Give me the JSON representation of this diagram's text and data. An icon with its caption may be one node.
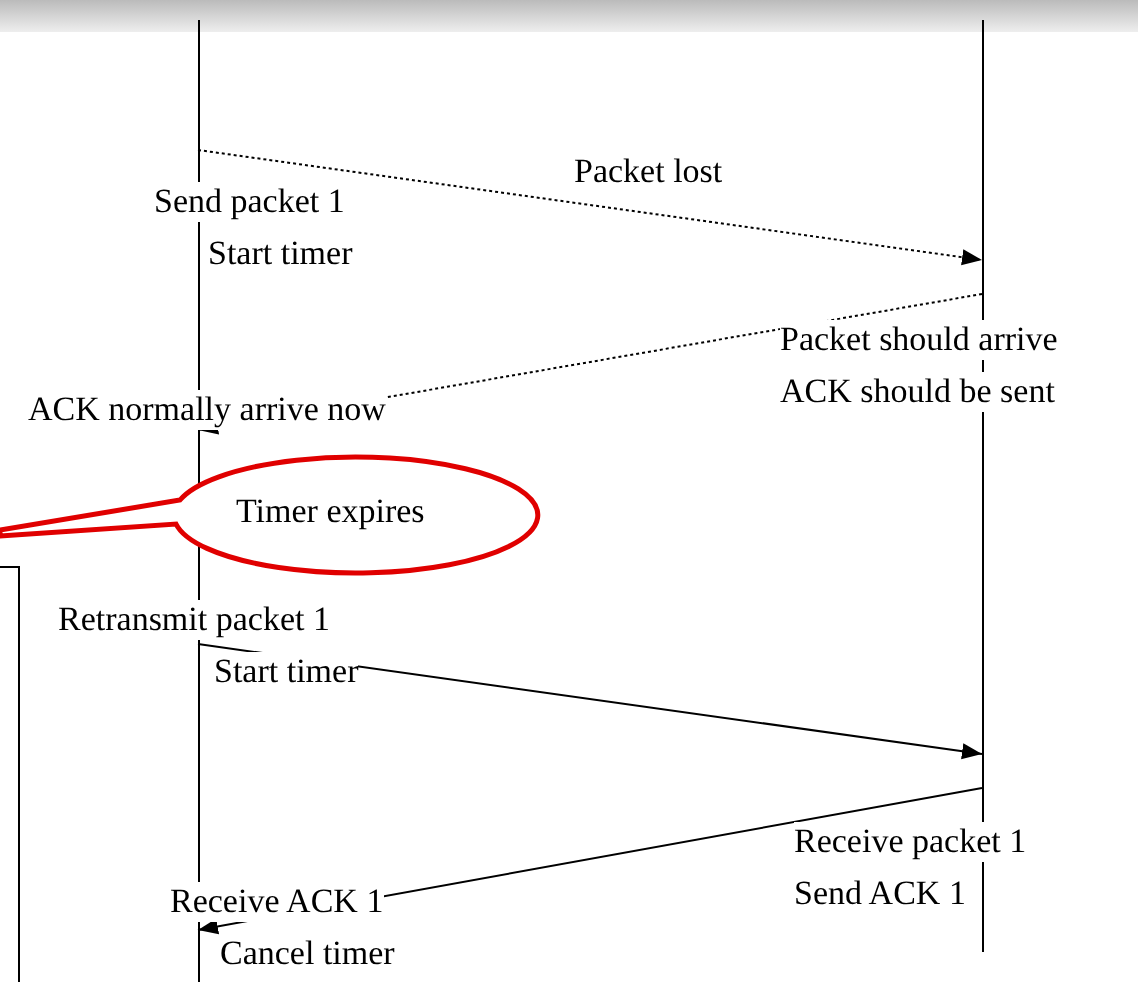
{
  "diagram": {
    "nodes": [
      {
        "text": [],
        "shape": "bar"
      },
      {
        "text": [],
        "shape": "bar"
      },
      {
        "text": [
          "Timer expires"
        ]
      }
    ],
    "edges": [
      {
        "from": 0,
        "to": 1,
        "arrow": "to",
        "label": "Packet lost",
        "style": "dashed"
      },
      {
        "from": 1,
        "to": 0,
        "arrow": "to",
        "style": "dashed"
      },
      {
        "from": 0,
        "to": 1,
        "arrow": "to"
      },
      {
        "from": 1,
        "to": 0,
        "arrow": "to"
      }
    ],
    "labels": [
      "Send packet 1",
      "Start timer",
      "Packet should arrive",
      "ACK should be sent",
      "ACK normally arrive now",
      "Retransmit packet 1",
      "Start timer",
      "Receive packet 1",
      "Send ACK 1",
      "Receive ACK 1",
      "Cancel timer"
    ]
  }
}
